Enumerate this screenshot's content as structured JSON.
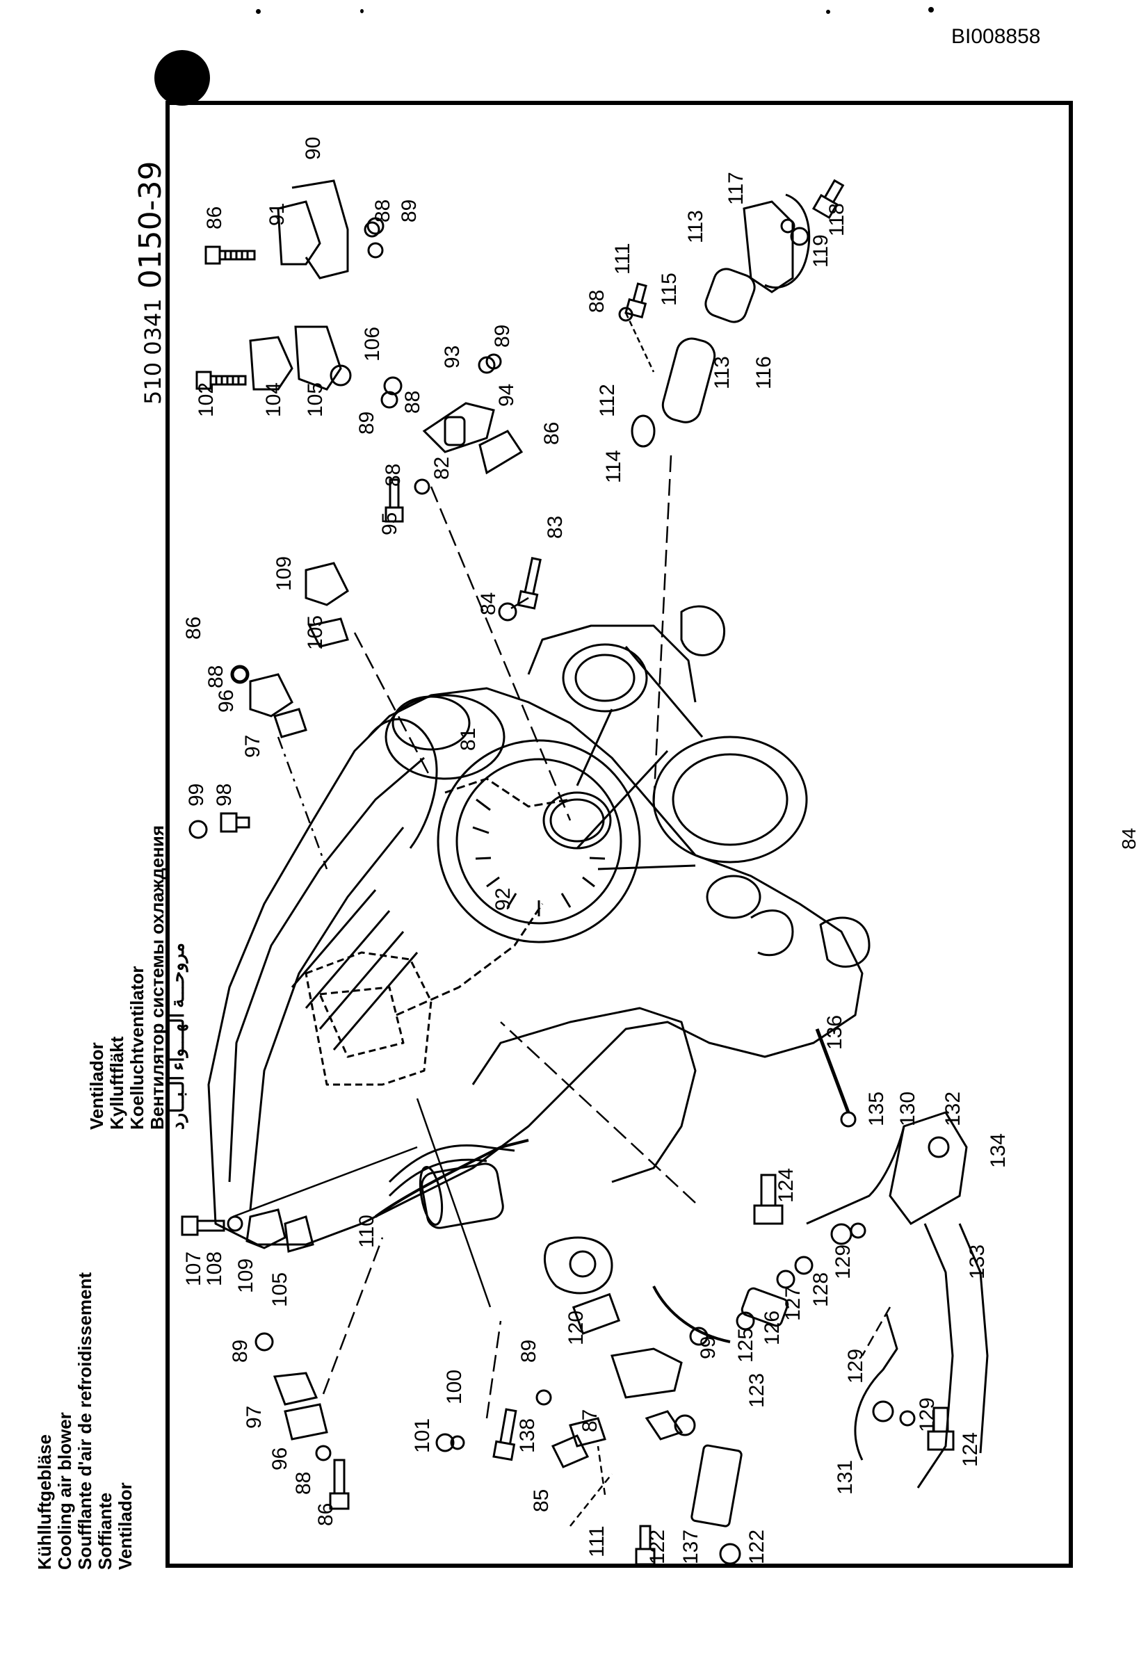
{
  "doc_id": "BI008858",
  "part_number_prefix": "510 0341",
  "part_number_main": "0150-39",
  "page_number": "84",
  "legend_left": [
    "Kühlluftgebläse",
    "Cooling air blower",
    "Soufflante d'air de refroidissement",
    "Soffiante",
    "Ventilador"
  ],
  "legend_right": [
    "Ventilador",
    "Kylluftfläkt",
    "Koelluchtventilator",
    "Вентилятор системы охлаждения",
    "مروحـــة الهـــواء الـبــارد"
  ],
  "callouts": [
    {
      "label": "90"
    },
    {
      "label": "86"
    },
    {
      "label": "91"
    },
    {
      "label": "88"
    },
    {
      "label": "89"
    },
    {
      "label": "102"
    },
    {
      "label": "104"
    },
    {
      "label": "105"
    },
    {
      "label": "106"
    },
    {
      "label": "93"
    },
    {
      "label": "89"
    },
    {
      "label": "88"
    },
    {
      "label": "89"
    },
    {
      "label": "82"
    },
    {
      "label": "94"
    },
    {
      "label": "86"
    },
    {
      "label": "95"
    },
    {
      "label": "88"
    },
    {
      "label": "111"
    },
    {
      "label": "88"
    },
    {
      "label": "112"
    },
    {
      "label": "114"
    },
    {
      "label": "115"
    },
    {
      "label": "113"
    },
    {
      "label": "113"
    },
    {
      "label": "116"
    },
    {
      "label": "117"
    },
    {
      "label": "118"
    },
    {
      "label": "119"
    },
    {
      "label": "83"
    },
    {
      "label": "84"
    },
    {
      "label": "109"
    },
    {
      "label": "105"
    },
    {
      "label": "86"
    },
    {
      "label": "88"
    },
    {
      "label": "96"
    },
    {
      "label": "97"
    },
    {
      "label": "81"
    },
    {
      "label": "99"
    },
    {
      "label": "98"
    },
    {
      "label": "92"
    },
    {
      "label": "107"
    },
    {
      "label": "108"
    },
    {
      "label": "109"
    },
    {
      "label": "105"
    },
    {
      "label": "110"
    },
    {
      "label": "89"
    },
    {
      "label": "97"
    },
    {
      "label": "96"
    },
    {
      "label": "88"
    },
    {
      "label": "86"
    },
    {
      "label": "101"
    },
    {
      "label": "100"
    },
    {
      "label": "89"
    },
    {
      "label": "87"
    },
    {
      "label": "138"
    },
    {
      "label": "85"
    },
    {
      "label": "111"
    },
    {
      "label": "122"
    },
    {
      "label": "137"
    },
    {
      "label": "122"
    },
    {
      "label": "120"
    },
    {
      "label": "99"
    },
    {
      "label": "123"
    },
    {
      "label": "125"
    },
    {
      "label": "126"
    },
    {
      "label": "127"
    },
    {
      "label": "128"
    },
    {
      "label": "129"
    },
    {
      "label": "124"
    },
    {
      "label": "130"
    },
    {
      "label": "135"
    },
    {
      "label": "136"
    },
    {
      "label": "132"
    },
    {
      "label": "133"
    },
    {
      "label": "134"
    },
    {
      "label": "129"
    },
    {
      "label": "129"
    },
    {
      "label": "124"
    },
    {
      "label": "131"
    }
  ]
}
